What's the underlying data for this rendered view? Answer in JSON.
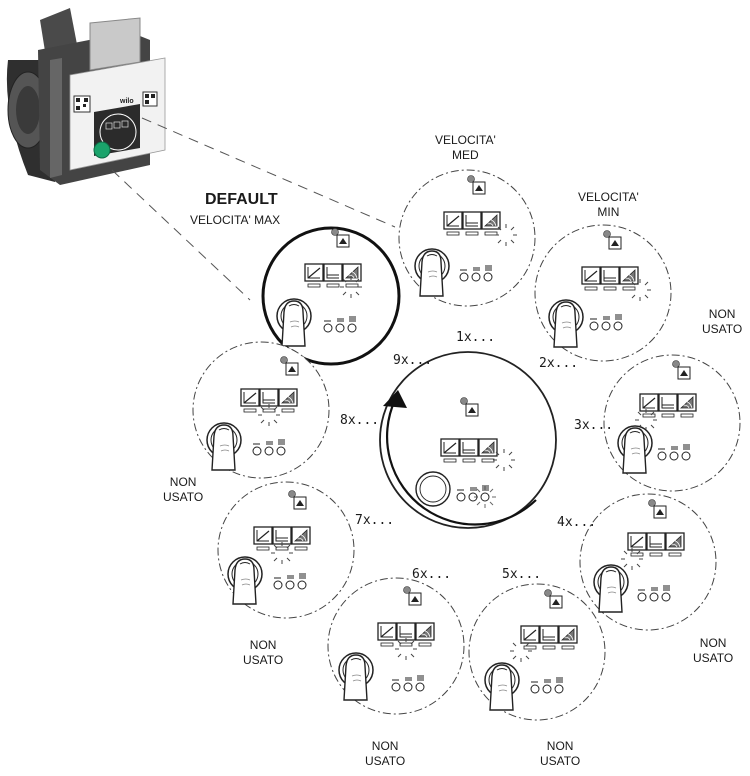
{
  "default": {
    "title": "DEFAULT",
    "subtitle": "VELOCITA' MAX"
  },
  "steps": [
    {
      "id": "default",
      "presses": "9x...",
      "label": []
    },
    {
      "id": "1",
      "presses": "1x...",
      "label": [
        "VELOCITA'",
        "MED"
      ]
    },
    {
      "id": "2",
      "presses": "2x...",
      "label": [
        "VELOCITA'",
        "MIN"
      ]
    },
    {
      "id": "3",
      "presses": "3x...",
      "label": [
        "NON",
        "USATO"
      ]
    },
    {
      "id": "4",
      "presses": "4x...",
      "label": [
        "NON",
        "USATO"
      ]
    },
    {
      "id": "5",
      "presses": "5x...",
      "label": [
        "NON",
        "USATO"
      ]
    },
    {
      "id": "6",
      "presses": "6x...",
      "label": [
        "NON",
        "USATO"
      ]
    },
    {
      "id": "7",
      "presses": "7x...",
      "label": []
    },
    {
      "id": "8",
      "presses": "8x...",
      "label": [
        "NON",
        "USATO"
      ]
    }
  ],
  "pump": {
    "brand": "wilo"
  },
  "colors": {
    "line": "#222222",
    "dash": "#555555",
    "led_green": "#1aa36b",
    "led_gray": "#8a8a8a",
    "pump_body": "#3a3a3a",
    "pump_panel": "#eeeeee"
  },
  "icons": [
    "constant-pressure-icon",
    "constant-speed-icon",
    "variable-pressure-icon",
    "speed-led-icon",
    "push-button-icon"
  ]
}
